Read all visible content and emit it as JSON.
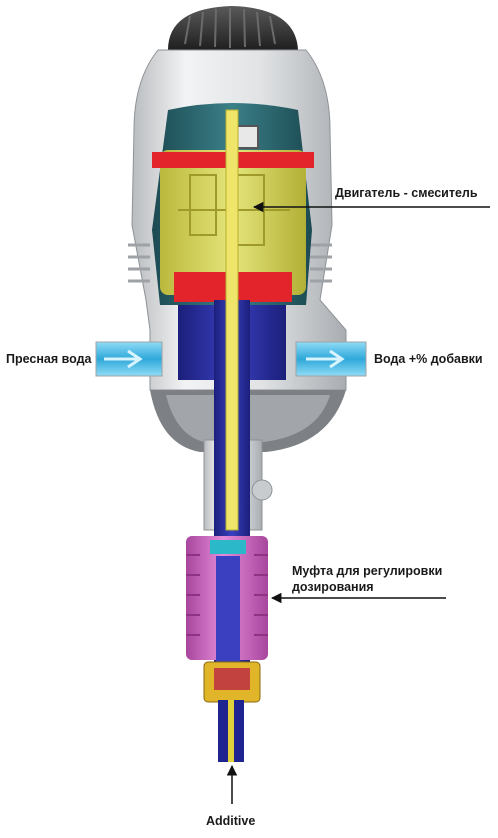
{
  "labels": {
    "motor_mixer": "Двигатель - смеситель",
    "fresh_water": "Пресная вода",
    "water_plus_additive": "Вода +% добавки",
    "dosing_sleeve_line1": "Муфта для регулировки",
    "dosing_sleeve_line2": "дозирования",
    "additive": "Additive"
  },
  "colors": {
    "cap": "#3a3a3a",
    "housing": "#d9dbdd",
    "chamber_teal": "#2f6a73",
    "motor_yellow": "#e6df4a",
    "red_ring": "#e3242b",
    "blue_core": "#2b2f9c",
    "inlet_blue": "#3ab6e6",
    "sleeve_pink": "#d06bc4",
    "arrow": "#111111"
  }
}
